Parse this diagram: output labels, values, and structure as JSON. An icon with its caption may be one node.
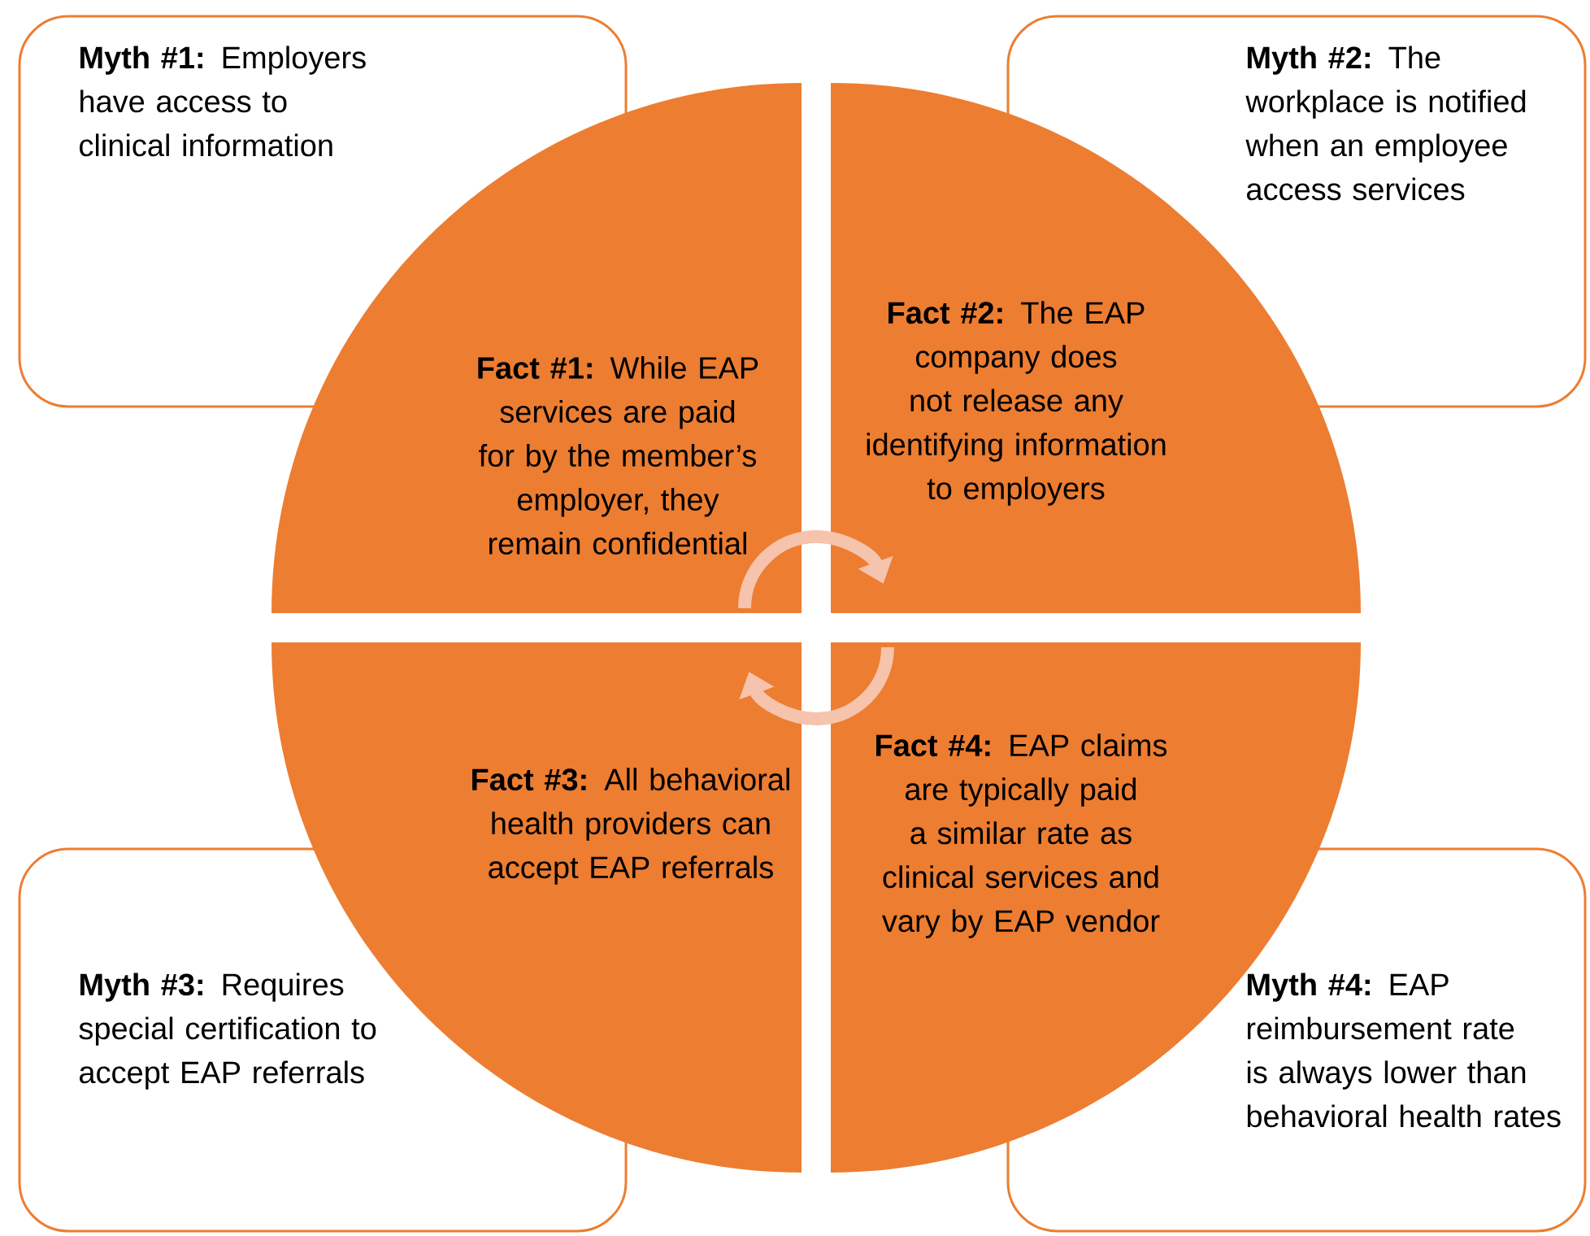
{
  "diagram": {
    "nodes": [
      {
        "text": [
          "**Myth #1:** Employers have access to clinical information"
        ]
      },
      {
        "text": [
          "**Myth #2:** The workplace is notified when an employee access services"
        ]
      },
      {
        "text": [
          "**Fact #1:** While EAP services are paid for by the member’s employer, they remain confidential"
        ]
      },
      {
        "text": [
          "**Fact #2:** The EAP company does not release any identifying information to employers"
        ]
      },
      {
        "text": [
          "**Fact #3:** All behavioral health providers can accept EAP referrals"
        ]
      },
      {
        "text": [
          "**Fact #4:** EAP claims are typically paid a similar rate as clinical services and vary by EAP vendor"
        ]
      },
      {
        "text": [
          "**Myth #3:** Requires special certification to accept EAP referrals"
        ]
      },
      {
        "text": [
          "**Myth #4:** EAP reimbursement rate is always lower than behavioral health rates"
        ]
      }
    ],
    "edges": [
      {
        "from": 2,
        "to": 3,
        "arrow": "to"
      },
      {
        "from": 5,
        "to": 4,
        "arrow": "to"
      }
    ]
  }
}
